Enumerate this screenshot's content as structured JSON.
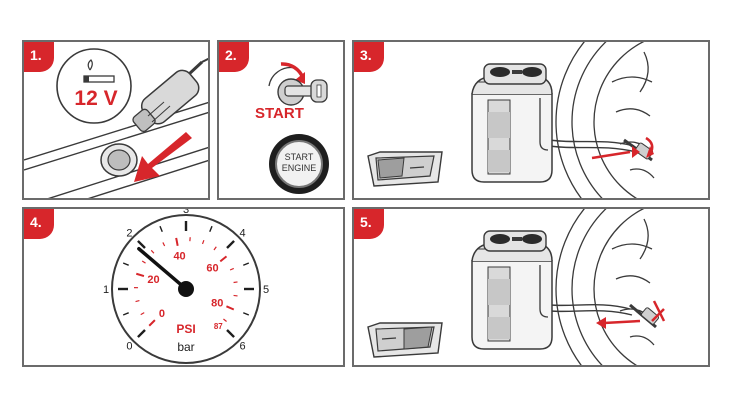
{
  "colors": {
    "accent": "#d7262b",
    "frame": "#6b6b6b",
    "line": "#3a3a3a",
    "shade": "#cfcfcf"
  },
  "steps": [
    {
      "number": "1."
    },
    {
      "number": "2."
    },
    {
      "number": "3."
    },
    {
      "number": "4."
    },
    {
      "number": "5."
    }
  ],
  "panel1": {
    "voltage": "12 V"
  },
  "panel2": {
    "start_label": "START",
    "button_line1": "START",
    "button_line2": "ENGINE"
  },
  "gauge": {
    "bar_ticks": [
      "0",
      "1",
      "2",
      "3",
      "4",
      "5",
      "6"
    ],
    "psi_ticks": [
      "0",
      "20",
      "40",
      "60",
      "80"
    ],
    "psi_max": "87",
    "psi_unit": "PSI",
    "bar_unit": "bar",
    "needle_bar_value": 1.9
  }
}
